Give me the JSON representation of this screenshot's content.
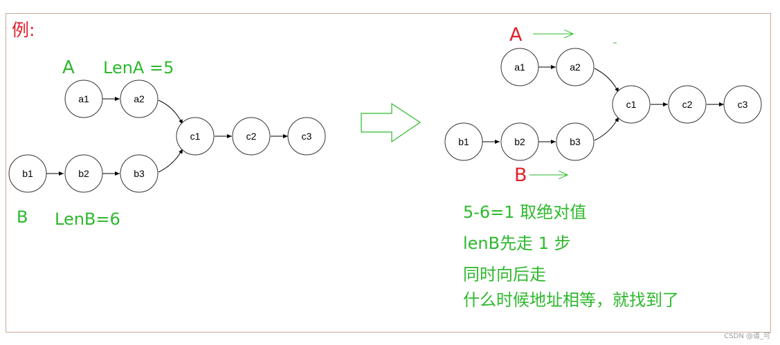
{
  "example_label": "例:",
  "left": {
    "label_a": "A",
    "len_a": "LenA =5",
    "label_b": "B",
    "len_b": "LenB=6",
    "nodes": [
      {
        "id": "a1",
        "label": "a1"
      },
      {
        "id": "a2",
        "label": "a2"
      },
      {
        "id": "b1",
        "label": "b1"
      },
      {
        "id": "b2",
        "label": "b2"
      },
      {
        "id": "b3",
        "label": "b3"
      },
      {
        "id": "c1",
        "label": "c1"
      },
      {
        "id": "c2",
        "label": "c2"
      },
      {
        "id": "c3",
        "label": "c3"
      }
    ]
  },
  "right": {
    "label_a": "A",
    "label_b": "B",
    "nodes": [
      {
        "id": "a1",
        "label": "a1"
      },
      {
        "id": "a2",
        "label": "a2"
      },
      {
        "id": "b1",
        "label": "b1"
      },
      {
        "id": "b2",
        "label": "b2"
      },
      {
        "id": "b3",
        "label": "b3"
      },
      {
        "id": "c1",
        "label": "c1"
      },
      {
        "id": "c2",
        "label": "c2"
      },
      {
        "id": "c3",
        "label": "c3"
      }
    ],
    "notes": [
      "5-6=1  取绝对值",
      "lenB先走 1 步",
      "同时向后走",
      "什么时候地址相等，就找到了"
    ]
  },
  "watermark": "CSDN @道_可",
  "colors": {
    "green": "#2db82d",
    "red": "#e0202a",
    "node_stroke": "#333333",
    "frame": "#c8a896"
  }
}
